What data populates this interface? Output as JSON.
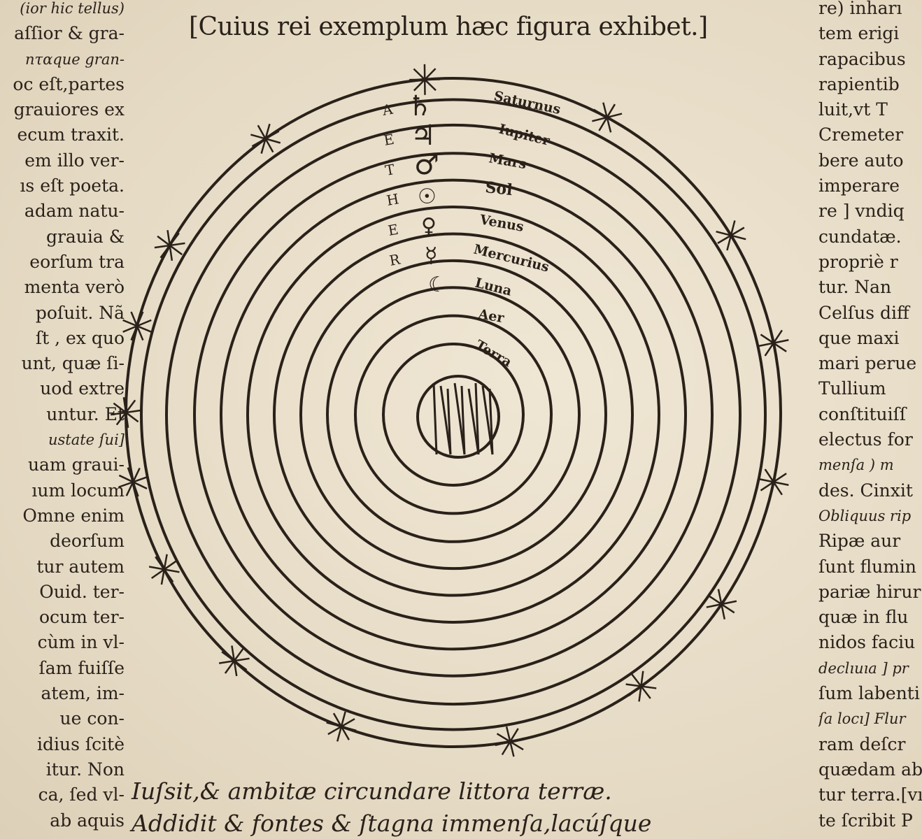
{
  "heading": "[Cuius rei exemplum hæc figura exhibet.]",
  "left_column": [
    {
      "t": "(ior hic tellus)",
      "i": true
    },
    {
      "t": "aſſior & gra-"
    },
    {
      "t": "nταque gran-",
      "i": true
    },
    {
      "t": "oc eſt,partes"
    },
    {
      "t": "grauiores ex"
    },
    {
      "t": "ecum traxit."
    },
    {
      "t": "em illo ver-"
    },
    {
      "t": "ıs eſt poeta."
    },
    {
      "t": "adam natu-"
    },
    {
      "t": "grauia  &"
    },
    {
      "t": "eorſum tra"
    },
    {
      "t": "menta verò"
    },
    {
      "t": "poſuit. Nã"
    },
    {
      "t": "ſt , ex quo"
    },
    {
      "t": "unt, quæ ſi-"
    },
    {
      "t": "uod extre"
    },
    {
      "t": "untur.  Et"
    },
    {
      "t": "ustate ſui]",
      "i": true
    },
    {
      "t": "uam graui-"
    },
    {
      "t": "ıum locum"
    },
    {
      "t": "Omne enim"
    },
    {
      "t": "deorſum"
    },
    {
      "t": "tur autem"
    },
    {
      "t": "Ouid. ter-"
    },
    {
      "t": "ocum ter-"
    },
    {
      "t": "cùm in vl-"
    },
    {
      "t": "ſam fuiſſe"
    },
    {
      "t": "atem, im-"
    },
    {
      "t": "ue  con-"
    },
    {
      "t": "idius ſcitè"
    },
    {
      "t": "itur. Non"
    },
    {
      "t": "ca, ſed vl-"
    },
    {
      "t": "ab  aquis"
    }
  ],
  "right_column": [
    {
      "t": "re) inharı"
    },
    {
      "t": "tem erigi"
    },
    {
      "t": "rapacibus"
    },
    {
      "t": "rapientib"
    },
    {
      "t": "luit,vt T"
    },
    {
      "t": "Cremeter"
    },
    {
      "t": "bere auto"
    },
    {
      "t": "imperare"
    },
    {
      "t": "re ] vndiq"
    },
    {
      "t": "cundatæ."
    },
    {
      "t": "propriè  r"
    },
    {
      "t": "tur.  Nan"
    },
    {
      "t": "Celſus diff"
    },
    {
      "t": "que  maxi"
    },
    {
      "t": "mari perue"
    },
    {
      "t": "Tullium"
    },
    {
      "t": "conſtituiſſ"
    },
    {
      "t": "electus for"
    },
    {
      "t": "menſa ) m",
      "i": true
    },
    {
      "t": "des. Cinxit"
    },
    {
      "t": "Obliquus rip",
      "i": true
    },
    {
      "t": "Ripæ  aur"
    },
    {
      "t": "ſunt flumin"
    },
    {
      "t": "pariæ hirur"
    },
    {
      "t": "quæ  in flu"
    },
    {
      "t": "nidos faciu"
    },
    {
      "t": "declıuıa ] pr",
      "i": true
    },
    {
      "t": "ſum labenti"
    },
    {
      "t": "ſa locı] Flur",
      "i": true
    },
    {
      "t": "ram  deſcr"
    },
    {
      "t": "quædam ab"
    },
    {
      "t": "tur terra.[vı"
    },
    {
      "t": "te ſcribit P"
    }
  ],
  "diagram": {
    "sphere_labels": [
      "Saturnus",
      "Iupiter",
      "Mars",
      "Sol",
      "Venus",
      "Mercurius",
      "Luna",
      "Aer",
      "Terra"
    ],
    "aether_letters": [
      "A",
      "E",
      "T",
      "H",
      "E",
      "R"
    ],
    "planet_symbols": [
      "♄",
      "♃",
      "♂",
      "☉",
      "♀",
      "☿",
      "☾"
    ],
    "ink": "#2a211a"
  },
  "verses": [
    "Iuſsit,& ambitæ circundare littora terræ.",
    "Addidit & fontes & ſtagna immenſa,lacúſque"
  ]
}
